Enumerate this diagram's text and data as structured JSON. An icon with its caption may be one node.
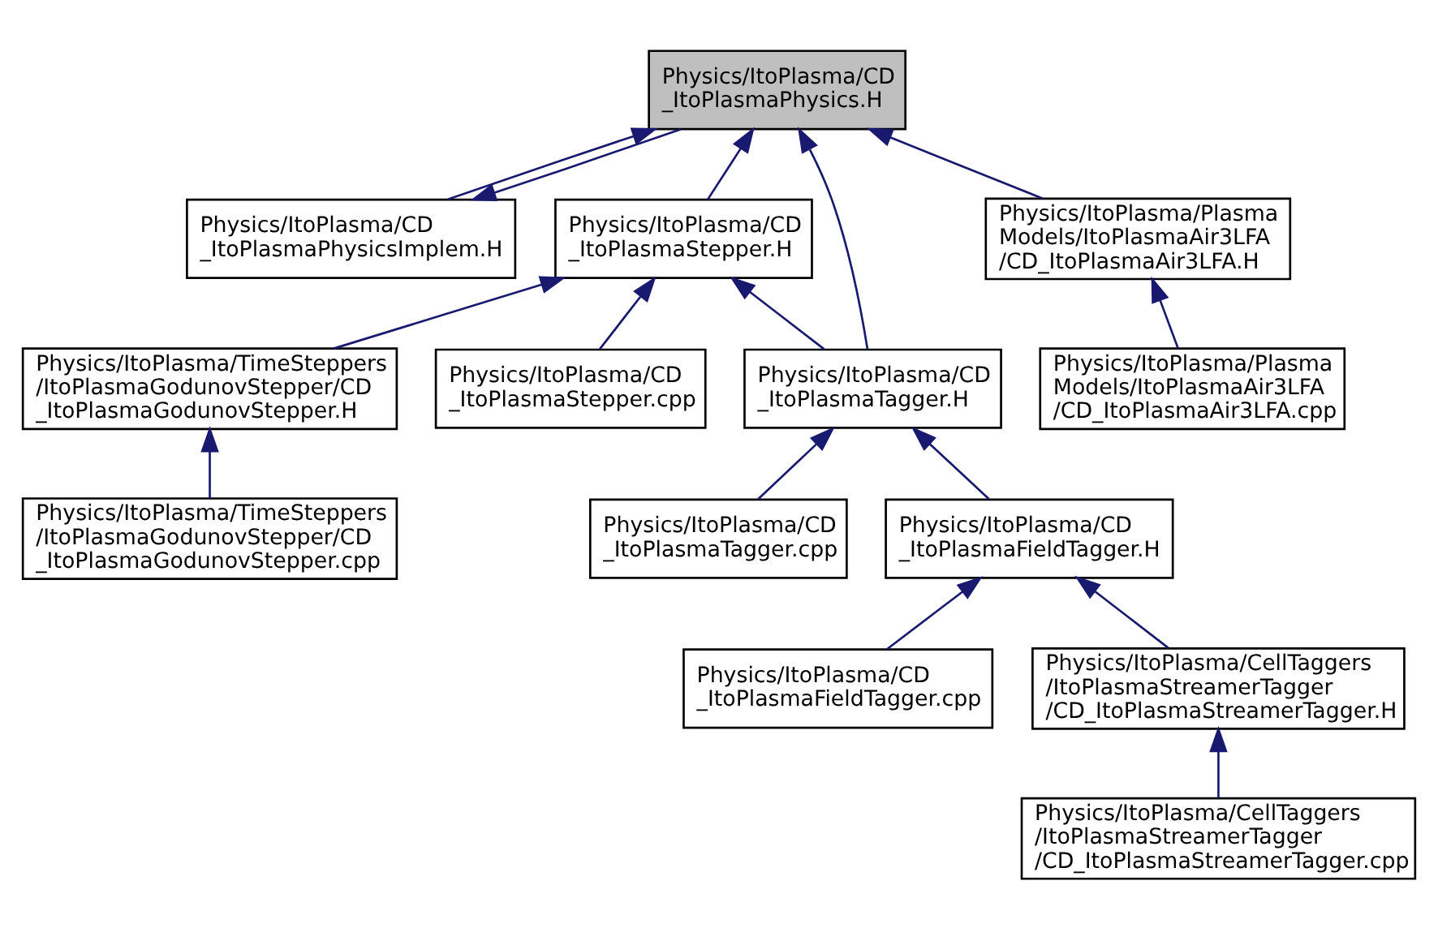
{
  "diagram": {
    "nodes": [
      {
        "text": [
          "Physics/ItoPlasma/CD _ItoPlasmaPhysics.H"
        ]
      },
      {
        "text": [
          "Physics/ItoPlasma/CD _ItoPlasmaPhysicsImplem.H"
        ]
      },
      {
        "text": [
          "Physics/ItoPlasma/CD _ItoPlasmaStepper.H"
        ]
      },
      {
        "text": [
          "Physics/ItoPlasma/Plasma Models/ItoPlasmaAir3LFA /CD_ItoPlasmaAir3LFA.H"
        ]
      },
      {
        "text": [
          "Physics/ItoPlasma/TimeSteppers /ItoPlasmaGodunovStepper/CD _ItoPlasmaGodunovStepper.H"
        ]
      },
      {
        "text": [
          "Physics/ItoPlasma/CD _ItoPlasmaStepper.cpp"
        ]
      },
      {
        "text": [
          "Physics/ItoPlasma/CD _ItoPlasmaTagger.H"
        ]
      },
      {
        "text": [
          "Physics/ItoPlasma/Plasma Models/ItoPlasmaAir3LFA /CD_ItoPlasmaAir3LFA.cpp"
        ]
      },
      {
        "text": [
          "Physics/ItoPlasma/TimeSteppers /ItoPlasmaGodunovStepper/CD _ItoPlasmaGodunovStepper.cpp"
        ]
      },
      {
        "text": [
          "Physics/ItoPlasma/CD _ItoPlasmaTagger.cpp"
        ]
      },
      {
        "text": [
          "Physics/ItoPlasma/CD _ItoPlasmaFieldTagger.H"
        ]
      },
      {
        "text": [
          "Physics/ItoPlasma/CD _ItoPlasmaFieldTagger.cpp"
        ]
      },
      {
        "text": [
          "Physics/ItoPlasma/CellTaggers /ItoPlasmaStreamerTagger /CD_ItoPlasmaStreamerTagger.H"
        ]
      },
      {
        "text": [
          "Physics/ItoPlasma/CellTaggers /ItoPlasmaStreamerTagger /CD_ItoPlasmaStreamerTagger.cpp"
        ]
      }
    ],
    "edges": [
      {
        "from": 1,
        "to": 0,
        "arrow": "to"
      },
      {
        "from": 0,
        "to": 1,
        "arrow": "to"
      },
      {
        "from": 2,
        "to": 0,
        "arrow": "to"
      },
      {
        "from": 6,
        "to": 0,
        "arrow": "to"
      },
      {
        "from": 3,
        "to": 0,
        "arrow": "to"
      },
      {
        "from": 4,
        "to": 2,
        "arrow": "to"
      },
      {
        "from": 5,
        "to": 2,
        "arrow": "to"
      },
      {
        "from": 6,
        "to": 2,
        "arrow": "to"
      },
      {
        "from": 7,
        "to": 3,
        "arrow": "to"
      },
      {
        "from": 8,
        "to": 4,
        "arrow": "to"
      },
      {
        "from": 9,
        "to": 6,
        "arrow": "to"
      },
      {
        "from": 10,
        "to": 6,
        "arrow": "to"
      },
      {
        "from": 11,
        "to": 10,
        "arrow": "to"
      },
      {
        "from": 12,
        "to": 10,
        "arrow": "to"
      },
      {
        "from": 13,
        "to": 12,
        "arrow": "to"
      }
    ]
  }
}
